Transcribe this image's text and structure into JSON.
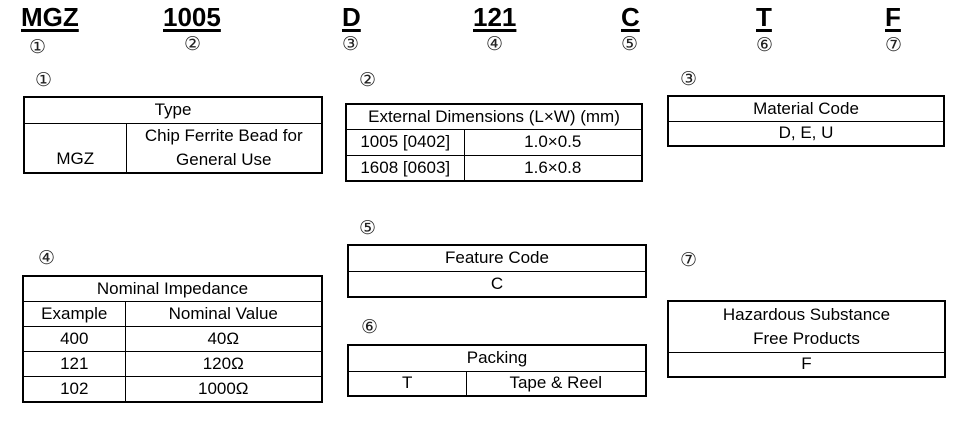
{
  "header": {
    "codes": [
      "MGZ",
      "1005",
      "D",
      "121",
      "C",
      "T",
      "F"
    ],
    "numbers": [
      "①",
      "②",
      "③",
      "④",
      "⑤",
      "⑥",
      "⑦"
    ]
  },
  "sections": {
    "s1": {
      "marker": "①",
      "title": "Type",
      "row": {
        "code": "MGZ",
        "desc_line1": "Chip Ferrite Bead for",
        "desc_line2": "General Use"
      }
    },
    "s2": {
      "marker": "②",
      "title": "External Dimensions (L×W) (mm)",
      "rows": [
        {
          "code": "1005 [0402]",
          "value": "1.0×0.5"
        },
        {
          "code": "1608 [0603]",
          "value": "1.6×0.8"
        }
      ]
    },
    "s3": {
      "marker": "③",
      "title": "Material Code",
      "value": "D, E, U"
    },
    "s4": {
      "marker": "④",
      "title": "Nominal Impedance",
      "col1": "Example",
      "col2": "Nominal Value",
      "rows": [
        {
          "example": "400",
          "value": "40Ω"
        },
        {
          "example": "121",
          "value": "120Ω"
        },
        {
          "example": "102",
          "value": "1000Ω"
        }
      ]
    },
    "s5": {
      "marker": "⑤",
      "title": "Feature Code",
      "value": "C"
    },
    "s6": {
      "marker": "⑥",
      "title": "Packing",
      "code": "T",
      "value": "Tape & Reel"
    },
    "s7": {
      "marker": "⑦",
      "title_line1": "Hazardous Substance",
      "title_line2": "Free Products",
      "value": "F"
    }
  }
}
